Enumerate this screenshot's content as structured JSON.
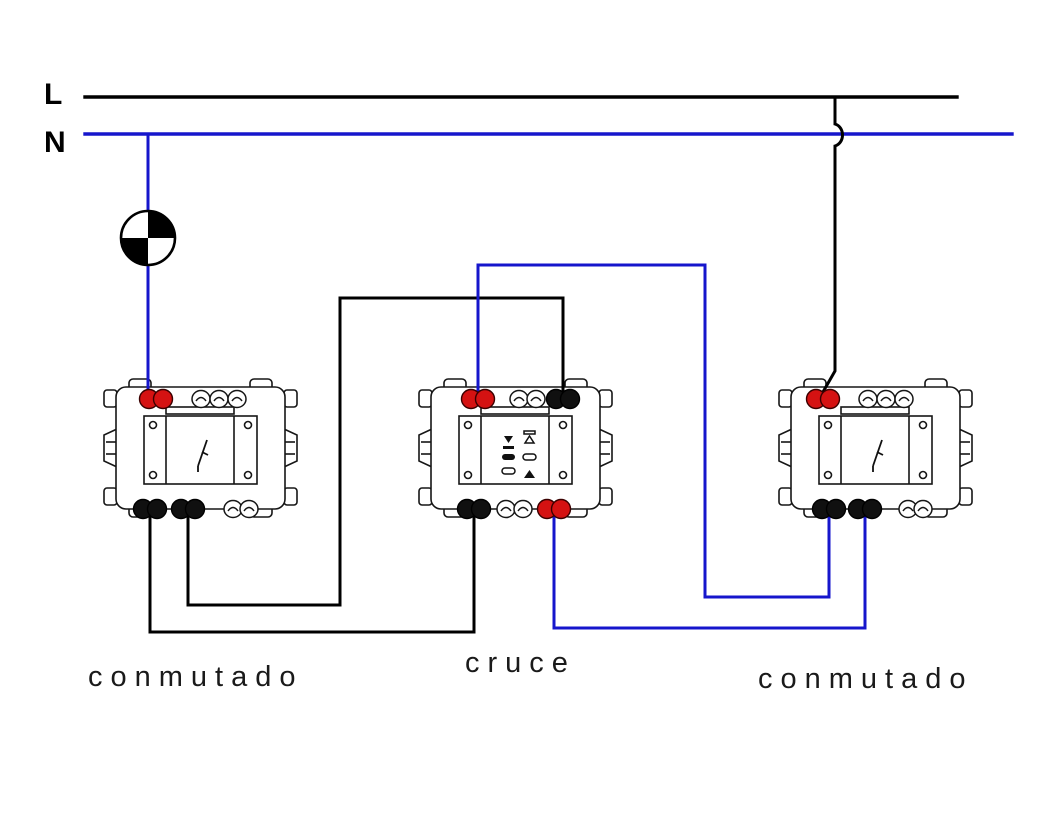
{
  "labels": {
    "line_l": "L",
    "line_n": "N",
    "switch_left": "conmutado",
    "switch_middle": "cruce",
    "switch_right": "conmutado"
  },
  "colors": {
    "wire-black": "#000000",
    "wire-blue": "#1616cc",
    "terminal-red": "#d51212",
    "terminal-black": "#101010",
    "background": "#ffffff",
    "label-text": "#1a1a1a"
  }
}
